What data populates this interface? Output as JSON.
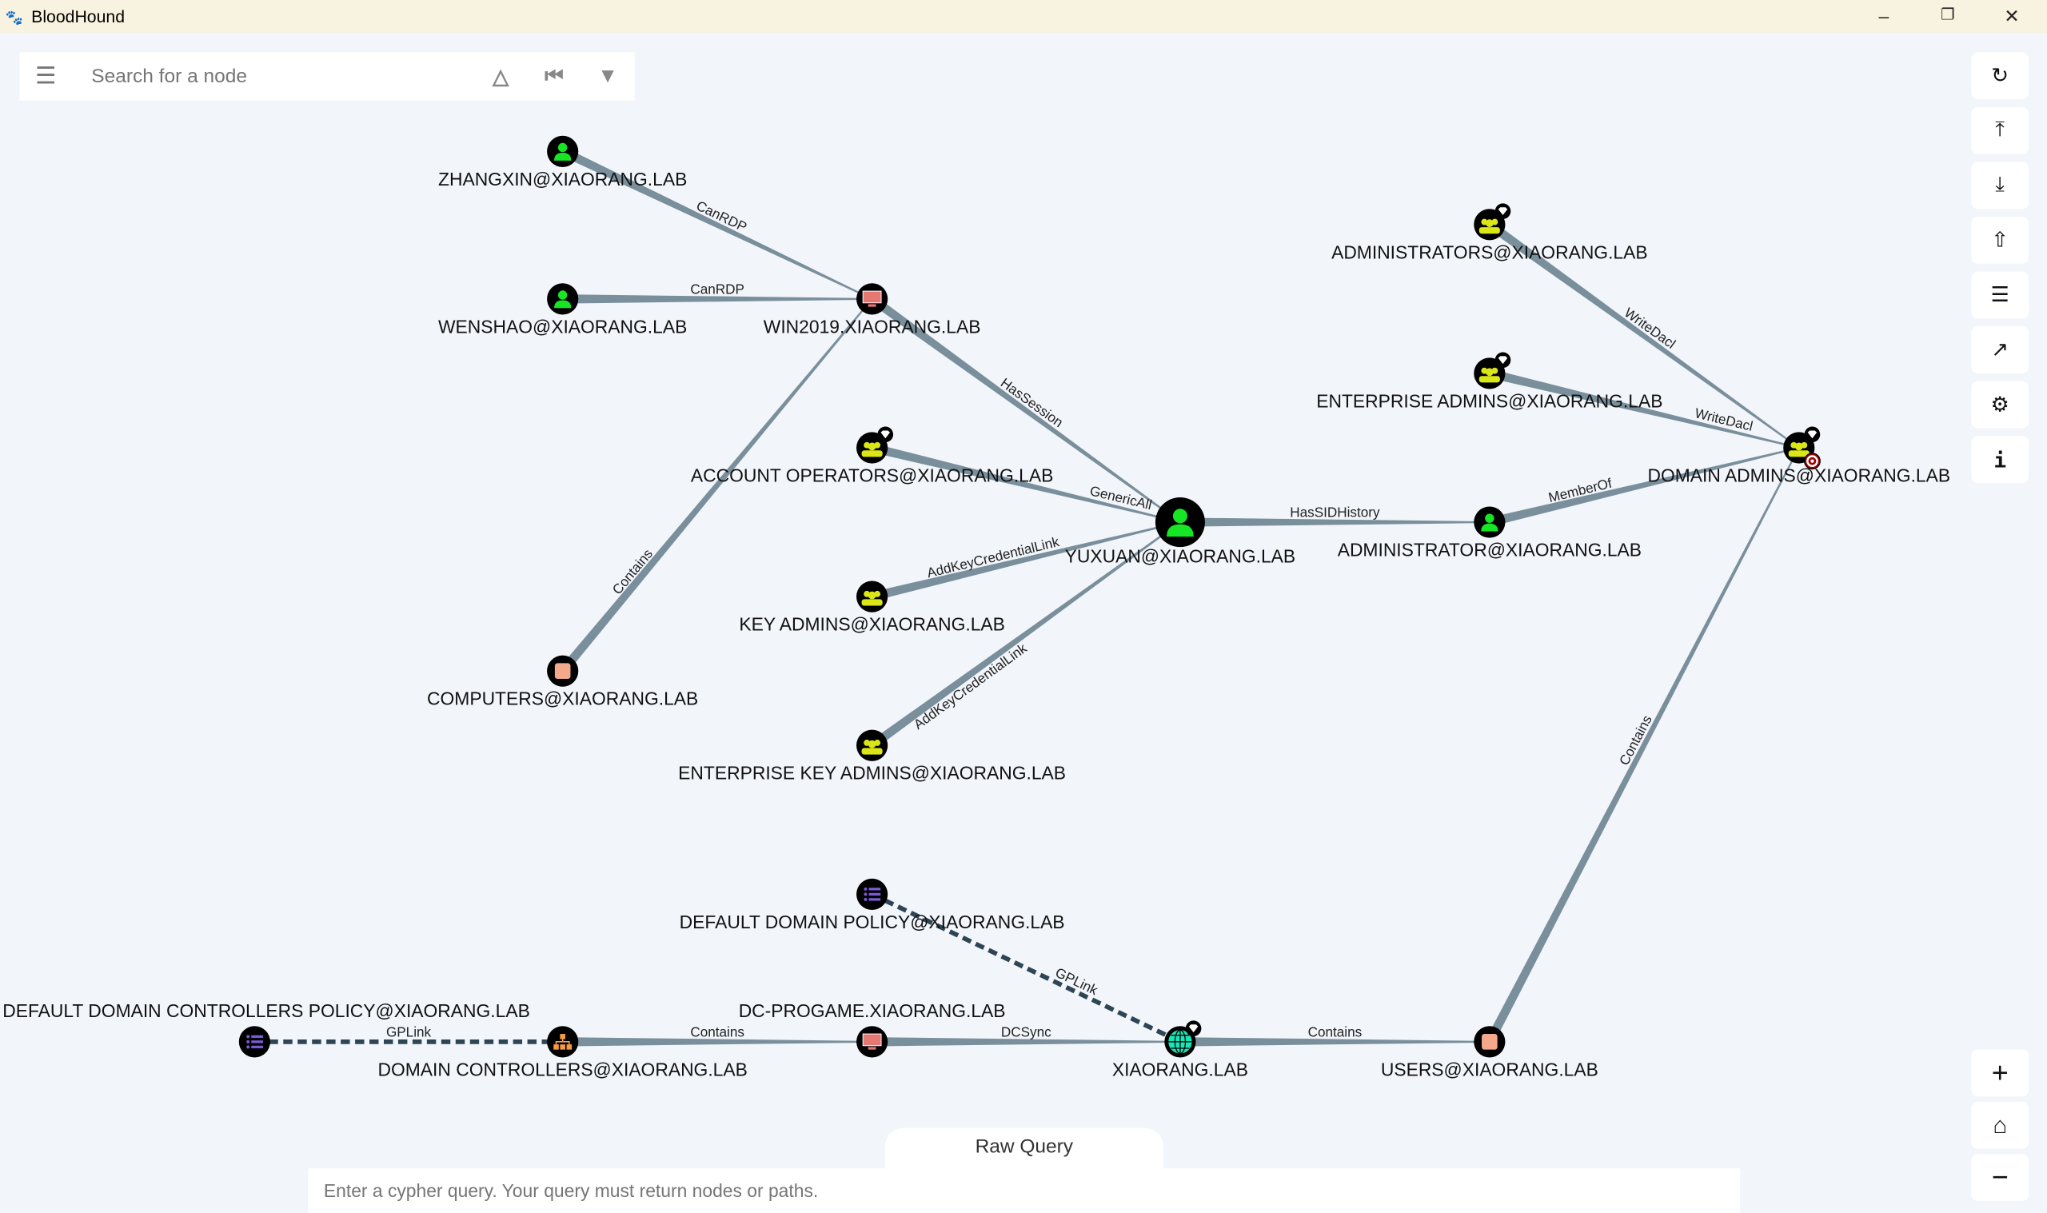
{
  "app": {
    "title": "BloodHound"
  },
  "search": {
    "placeholder": "Search for a node"
  },
  "toolbar": [
    "refresh-icon",
    "upload-icon",
    "download-icon",
    "up-circle-icon",
    "checklist-icon",
    "chart-icon",
    "gears-icon",
    "info-icon"
  ],
  "zoom": [
    "zoom-in",
    "home",
    "zoom-out"
  ],
  "raw_query": {
    "tab_label": "Raw Query",
    "placeholder": "Enter a cypher query. Your query must return nodes or paths."
  },
  "colors": {
    "user": "#17e625",
    "group": "#dbe617",
    "computer": "#e67873",
    "ou": "#f59b42",
    "gpo": "#7b5ad8",
    "domain": "#17e6b9",
    "container": "#f4a98b",
    "edge": "#7a8f9c",
    "dashed": "#2e4555"
  },
  "nodes": [
    {
      "id": "zhangxin",
      "label": "ZHANGXIN@XIAORANG.LAB",
      "type": "user"
    },
    {
      "id": "wenshao",
      "label": "WENSHAO@XIAORANG.LAB",
      "type": "user"
    },
    {
      "id": "win2019",
      "label": "WIN2019.XIAORANG.LAB",
      "type": "computer"
    },
    {
      "id": "accops",
      "label": "ACCOUNT OPERATORS@XIAORANG.LAB",
      "type": "group",
      "highvalue": true
    },
    {
      "id": "yuxuan",
      "label": "YUXUAN@XIAORANG.LAB",
      "type": "user",
      "big": true
    },
    {
      "id": "keyadmins",
      "label": "KEY ADMINS@XIAORANG.LAB",
      "type": "group"
    },
    {
      "id": "entkeyadmins",
      "label": "ENTERPRISE KEY ADMINS@XIAORANG.LAB",
      "type": "group"
    },
    {
      "id": "computers",
      "label": "COMPUTERS@XIAORANG.LAB",
      "type": "container"
    },
    {
      "id": "administrators",
      "label": "ADMINISTRATORS@XIAORANG.LAB",
      "type": "group",
      "highvalue": true
    },
    {
      "id": "entadmins",
      "label": "ENTERPRISE ADMINS@XIAORANG.LAB",
      "type": "group",
      "highvalue": true
    },
    {
      "id": "domainadmins",
      "label": "DOMAIN ADMINS@XIAORANG.LAB",
      "type": "group",
      "highvalue": true,
      "target": true
    },
    {
      "id": "administrator",
      "label": "ADMINISTRATOR@XIAORANG.LAB",
      "type": "user"
    },
    {
      "id": "ddpolicy",
      "label": "DEFAULT DOMAIN POLICY@XIAORANG.LAB",
      "type": "gpo"
    },
    {
      "id": "ddcpolicy",
      "label": "DEFAULT DOMAIN CONTROLLERS POLICY@XIAORANG.LAB",
      "type": "gpo"
    },
    {
      "id": "dcs",
      "label": "DOMAIN CONTROLLERS@XIAORANG.LAB",
      "type": "ou"
    },
    {
      "id": "dcprogame",
      "label": "DC-PROGAME.XIAORANG.LAB",
      "type": "computer"
    },
    {
      "id": "domain",
      "label": "XIAORANG.LAB",
      "type": "domain",
      "highvalue": true
    },
    {
      "id": "users",
      "label": "USERS@XIAORANG.LAB",
      "type": "container"
    }
  ],
  "edges": [
    {
      "source": "zhangxin",
      "target": "win2019",
      "label": "CanRDP"
    },
    {
      "source": "wenshao",
      "target": "win2019",
      "label": "CanRDP"
    },
    {
      "source": "win2019",
      "target": "yuxuan",
      "label": "HasSession"
    },
    {
      "source": "computers",
      "target": "win2019",
      "label": "Contains"
    },
    {
      "source": "accops",
      "target": "yuxuan",
      "label": "GenericAll"
    },
    {
      "source": "keyadmins",
      "target": "yuxuan",
      "label": "AddKeyCredentialLink"
    },
    {
      "source": "entkeyadmins",
      "target": "yuxuan",
      "label": "AddKeyCredentialLink"
    },
    {
      "source": "yuxuan",
      "target": "administrator",
      "label": "HasSIDHistory"
    },
    {
      "source": "administrator",
      "target": "domainadmins",
      "label": "MemberOf"
    },
    {
      "source": "administrators",
      "target": "domainadmins",
      "label": "WriteDacl"
    },
    {
      "source": "entadmins",
      "target": "domainadmins",
      "label": "WriteDacl"
    },
    {
      "source": "users",
      "target": "domainadmins",
      "label": "Contains"
    },
    {
      "source": "ddpolicy",
      "target": "domain",
      "label": "GPLink",
      "dashed": true
    },
    {
      "source": "ddcpolicy",
      "target": "dcs",
      "label": "GPLink",
      "dashed": true
    },
    {
      "source": "dcs",
      "target": "dcprogame",
      "label": "Contains"
    },
    {
      "source": "dcprogame",
      "target": "domain",
      "label": "DCSync"
    },
    {
      "source": "domain",
      "target": "users",
      "label": "Contains"
    }
  ]
}
